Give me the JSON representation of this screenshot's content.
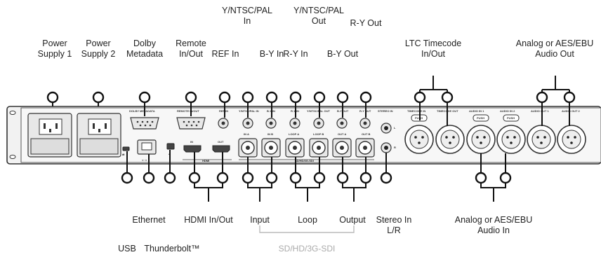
{
  "labels_top": {
    "power1": [
      "Power",
      "Supply 1"
    ],
    "power2": [
      "Power",
      "Supply 2"
    ],
    "dolby": [
      "Dolby",
      "Metadata"
    ],
    "remote": [
      "Remote",
      "In/Out"
    ],
    "ref": "REF In",
    "ynt_in": [
      "Y/NTSC/PAL",
      "In"
    ],
    "by_in": "B-Y In",
    "ry_in": "R-Y In",
    "ynt_out": [
      "Y/NTSC/PAL",
      "Out"
    ],
    "by_out": "B-Y Out",
    "ry_out": "R-Y Out",
    "ltc": [
      "LTC Timecode",
      "In/Out"
    ],
    "aes_out": [
      "Analog or AES/EBU",
      "Audio Out"
    ]
  },
  "labels_bottom": {
    "usb": "USB",
    "ethernet": "Ethernet",
    "thunderbolt": "Thunderbolt™",
    "hdmi": "HDMI In/Out",
    "input": "Input",
    "loop": "Loop",
    "output": "Output",
    "stereo": [
      "Stereo In",
      "L/R"
    ],
    "aes_in": [
      "Analog or AES/EBU",
      "Audio In"
    ],
    "sdi": "SD/HD/3G-SDI"
  },
  "panel_text": {
    "dolby_metadata": "DOLBY METADATA",
    "remote_inout": "REMOTE IN/OUT",
    "ref_in": "REF IN",
    "ynt_in": "Y/NTSC/PAL IN",
    "by_in": "B-Y IN",
    "ry_in": "R-Y IN",
    "ynt_out": "Y/NTSC/PAL OUT",
    "by_out": "B-Y OUT",
    "ry_out": "R-Y OUT",
    "stereo_in": "STEREO IN",
    "timecode_in": "TIMECODE IN",
    "timecode_out": "TIMECODE OUT",
    "audio_in1": "AUDIO IN 1",
    "audio_in2": "AUDIO IN 2",
    "audio_out1": "AUDIO OUT 1",
    "audio_out2": "AUDIO OUT 2",
    "in_a": "IN A",
    "in_b": "IN B",
    "loop_a": "LOOP A",
    "loop_b": "LOOP B",
    "out_a": "OUT A",
    "out_b": "OUT B",
    "hdmi": "HDMI",
    "hdmi_in": "IN",
    "hdmi_out": "OUT",
    "sdi": "SD/HD/3G-SDI",
    "push": "PUSH",
    "l": "L",
    "r": "R"
  },
  "colors": {
    "line": "#111111",
    "panel": "#f2f2f2",
    "muted": "#aaaaaa"
  }
}
